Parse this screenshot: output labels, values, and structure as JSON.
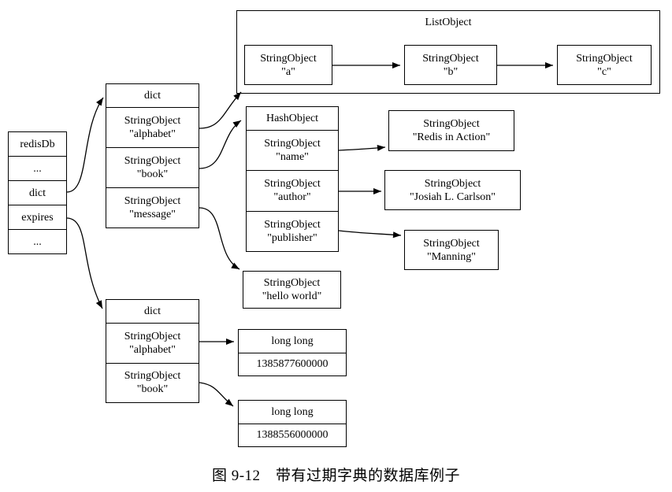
{
  "figure": {
    "caption": "图 9-12　带有过期字典的数据库例子",
    "line_color": "#000000",
    "background_color": "#ffffff"
  },
  "cluster": {
    "label": "ListObject"
  },
  "nodes": {
    "redisdb": {
      "cells": [
        "redisDb",
        "...",
        "dict",
        "expires",
        "..."
      ]
    },
    "dict_top": {
      "header": "dict",
      "cells": [
        {
          "type": "StringObject",
          "value": "\"alphabet\""
        },
        {
          "type": "StringObject",
          "value": "\"book\""
        },
        {
          "type": "StringObject",
          "value": "\"message\""
        }
      ]
    },
    "list_a": {
      "type": "StringObject",
      "value": "\"a\""
    },
    "list_b": {
      "type": "StringObject",
      "value": "\"b\""
    },
    "list_c": {
      "type": "StringObject",
      "value": "\"c\""
    },
    "hash": {
      "header": "HashObject",
      "cells": [
        {
          "type": "StringObject",
          "value": "\"name\""
        },
        {
          "type": "StringObject",
          "value": "\"author\""
        },
        {
          "type": "StringObject",
          "value": "\"publisher\""
        }
      ]
    },
    "str_title": {
      "type": "StringObject",
      "value": "\"Redis in Action\""
    },
    "str_author": {
      "type": "StringObject",
      "value": "\"Josiah L. Carlson\""
    },
    "str_publisher": {
      "type": "StringObject",
      "value": "\"Manning\""
    },
    "str_hello": {
      "type": "StringObject",
      "value": "\"hello world\""
    },
    "dict_bottom": {
      "header": "dict",
      "cells": [
        {
          "type": "StringObject",
          "value": "\"alphabet\""
        },
        {
          "type": "StringObject",
          "value": "\"book\""
        }
      ]
    },
    "longlong1": {
      "type": "long long",
      "value": "1385877600000"
    },
    "longlong2": {
      "type": "long long",
      "value": "1388556000000"
    }
  }
}
